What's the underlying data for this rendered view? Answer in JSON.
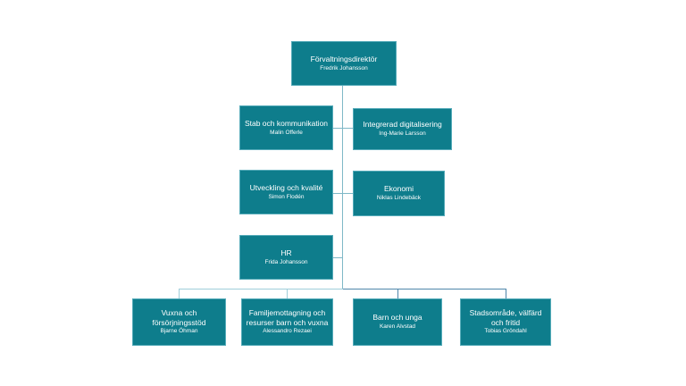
{
  "org": {
    "nodes": [
      {
        "id": "director",
        "title": "Förvaltningsdirektör",
        "name": "Fredrik Johansson"
      },
      {
        "id": "stab",
        "title": "Stab och kommunikation",
        "name": "Malin Offerle"
      },
      {
        "id": "integrerad",
        "title": "Integrerad digitalisering",
        "name": "Ing-Marie Larsson"
      },
      {
        "id": "utveckling",
        "title": "Utveckling och kvalité",
        "name": "Simon Flodén"
      },
      {
        "id": "ekonomi",
        "title": "Ekonomi",
        "name": "Niklas Lindebäck"
      },
      {
        "id": "hr",
        "title": "HR",
        "name": "Frida Johansson"
      },
      {
        "id": "vuxna",
        "title": "Vuxna och försörjningsstöd",
        "name": "Bjarne Öhman"
      },
      {
        "id": "familje",
        "title": "Familjemottagning och resurser barn och vuxna",
        "name": "Alessandro Rezaei"
      },
      {
        "id": "barn",
        "title": "Barn och unga",
        "name": "Karen Alvstad"
      },
      {
        "id": "stadsomrade",
        "title": "Stadsområde, välfärd och fritid",
        "name": "Tobias Gröndahl"
      }
    ]
  },
  "colors": {
    "box_fill": "#0E7D8C",
    "box_border": "#55ABB9",
    "text": "#FFFFFF",
    "connector_light": "#9FCEDA",
    "connector_dark": "#4E86AB",
    "connector_mid": "#7FB8C7",
    "background": "#FFFFFF"
  }
}
